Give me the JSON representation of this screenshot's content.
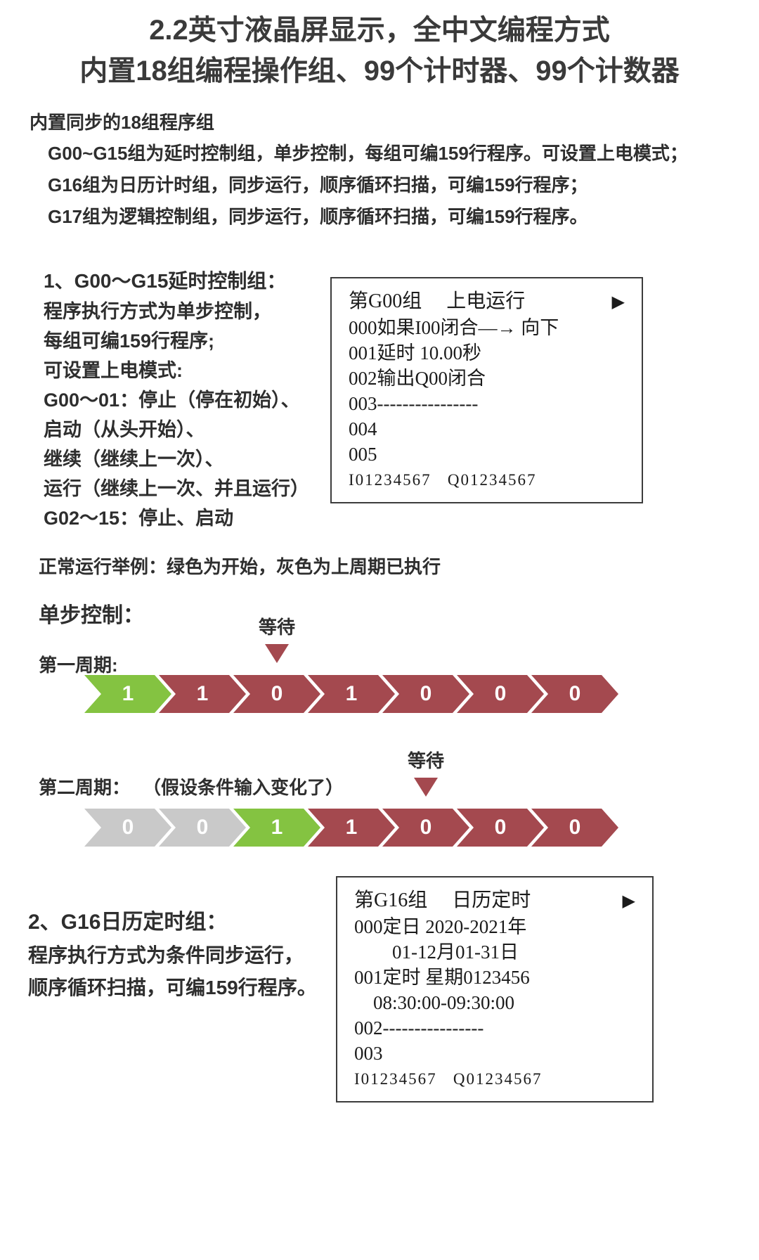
{
  "colors": {
    "red": "#a4494f",
    "green": "#84c341",
    "gray": "#c9c9c9",
    "text": "#2e2e2e"
  },
  "title": {
    "line1": "2.2英寸液晶屏显示，全中文编程方式",
    "line2": "内置18组编程操作组、99个计时器、99个计数器"
  },
  "intro": {
    "heading": "内置同步的18组程序组",
    "lines": [
      "G00~G15组为延时控制组，单步控制，每组可编159行程序。可设置上电模式；",
      "G16组为日历计时组，同步运行，顺序循环扫描，可编159行程序；",
      "G17组为逻辑控制组，同步运行，顺序循环扫描，可编159行程序。"
    ]
  },
  "section1": {
    "heading": "1、G00～G15延时控制组：",
    "lines": [
      "程序执行方式为单步控制，",
      "每组可编159行程序;",
      "可设置上电模式:",
      "G00～01：停止（停在初始）、",
      "启动（从头开始）、",
      "继续（继续上一次）、",
      "运行（继续上一次、并且运行）",
      "G02～15：停止、启动"
    ],
    "lcd": {
      "header": "第G00组　 上电运行",
      "arrow": "▶",
      "lines": [
        "000如果I00闭合—→ 向下",
        "001延时 10.00秒",
        "002输出Q00闭合",
        "003----------------",
        "004",
        "005"
      ],
      "footer": "I01234567   Q01234567"
    }
  },
  "example": {
    "note": "正常运行举例：绿色为开始，灰色为上周期已执行",
    "heading": "单步控制：",
    "cycle1": {
      "label": "第一周期:",
      "wait_label": "等待",
      "cells": [
        {
          "value": "1",
          "color": "green"
        },
        {
          "value": "1",
          "color": "red"
        },
        {
          "value": "0",
          "color": "red"
        },
        {
          "value": "1",
          "color": "red"
        },
        {
          "value": "0",
          "color": "red"
        },
        {
          "value": "0",
          "color": "red"
        },
        {
          "value": "0",
          "color": "red"
        }
      ]
    },
    "cycle2": {
      "label": "第二周期：",
      "sublabel": "（假设条件输入变化了）",
      "wait_label": "等待",
      "cells": [
        {
          "value": "0",
          "color": "gray"
        },
        {
          "value": "0",
          "color": "gray"
        },
        {
          "value": "1",
          "color": "green"
        },
        {
          "value": "1",
          "color": "red"
        },
        {
          "value": "0",
          "color": "red"
        },
        {
          "value": "0",
          "color": "red"
        },
        {
          "value": "0",
          "color": "red"
        }
      ]
    }
  },
  "section2": {
    "heading": "2、G16日历定时组：",
    "lines": [
      "程序执行方式为条件同步运行，",
      "顺序循环扫描，可编159行程序。"
    ],
    "lcd": {
      "header": "第G16组　 日历定时",
      "arrow": "▶",
      "lines": [
        "000定日 2020-2021年",
        "　　01-12月01-31日",
        "001定时 星期0123456",
        "　08:30:00-09:30:00",
        "002----------------",
        "003"
      ],
      "footer": "I01234567   Q01234567"
    }
  }
}
